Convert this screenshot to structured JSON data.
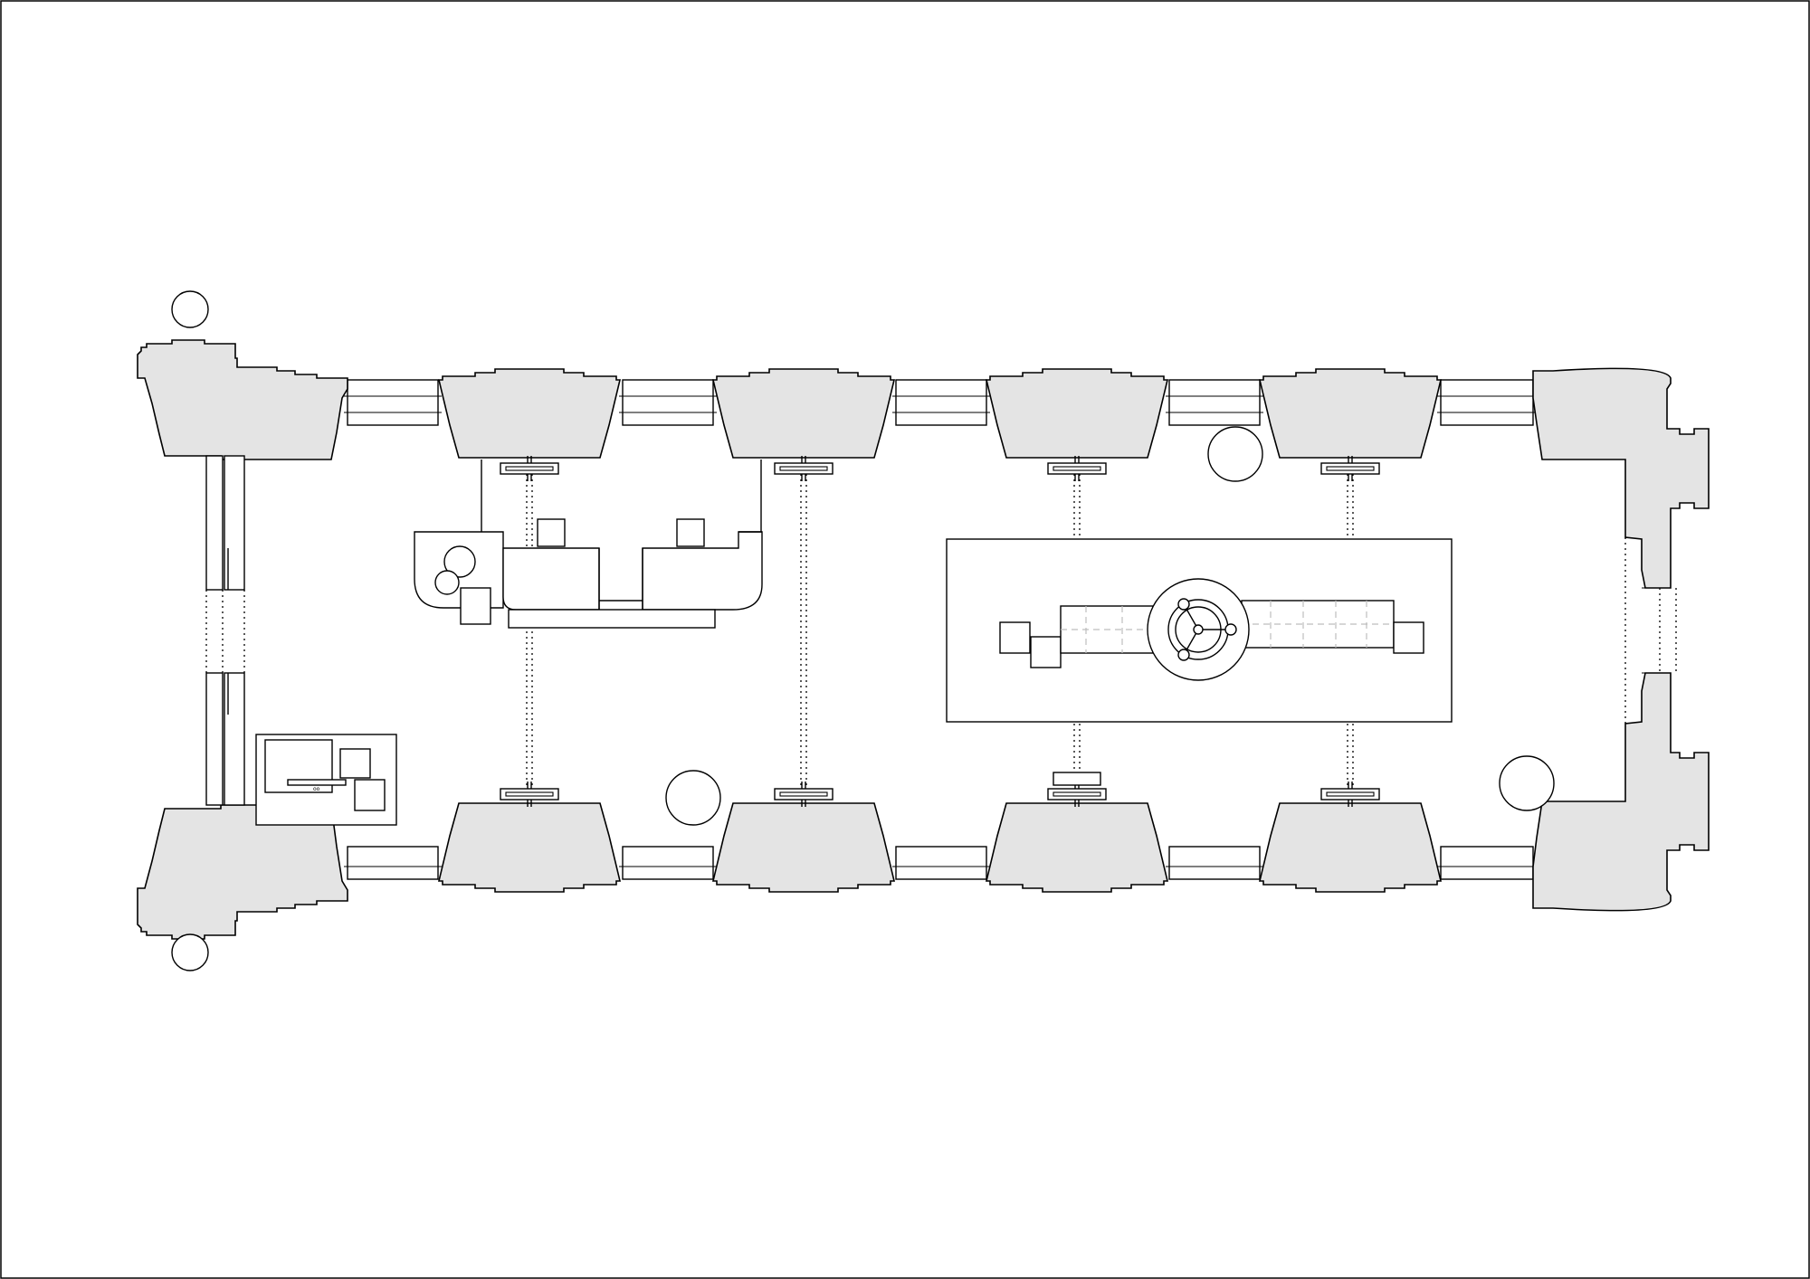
{
  "drawing": {
    "type": "architectural floor plan",
    "colors": {
      "background": "#ffffff",
      "line": "#000000",
      "pier_fill": "#e4e4e4",
      "ghost_line": "#bdbdbd"
    },
    "counts": {
      "top_piers": 6,
      "bottom_piers": 6,
      "tie_rods": 4,
      "freestanding_columns": 6
    }
  }
}
